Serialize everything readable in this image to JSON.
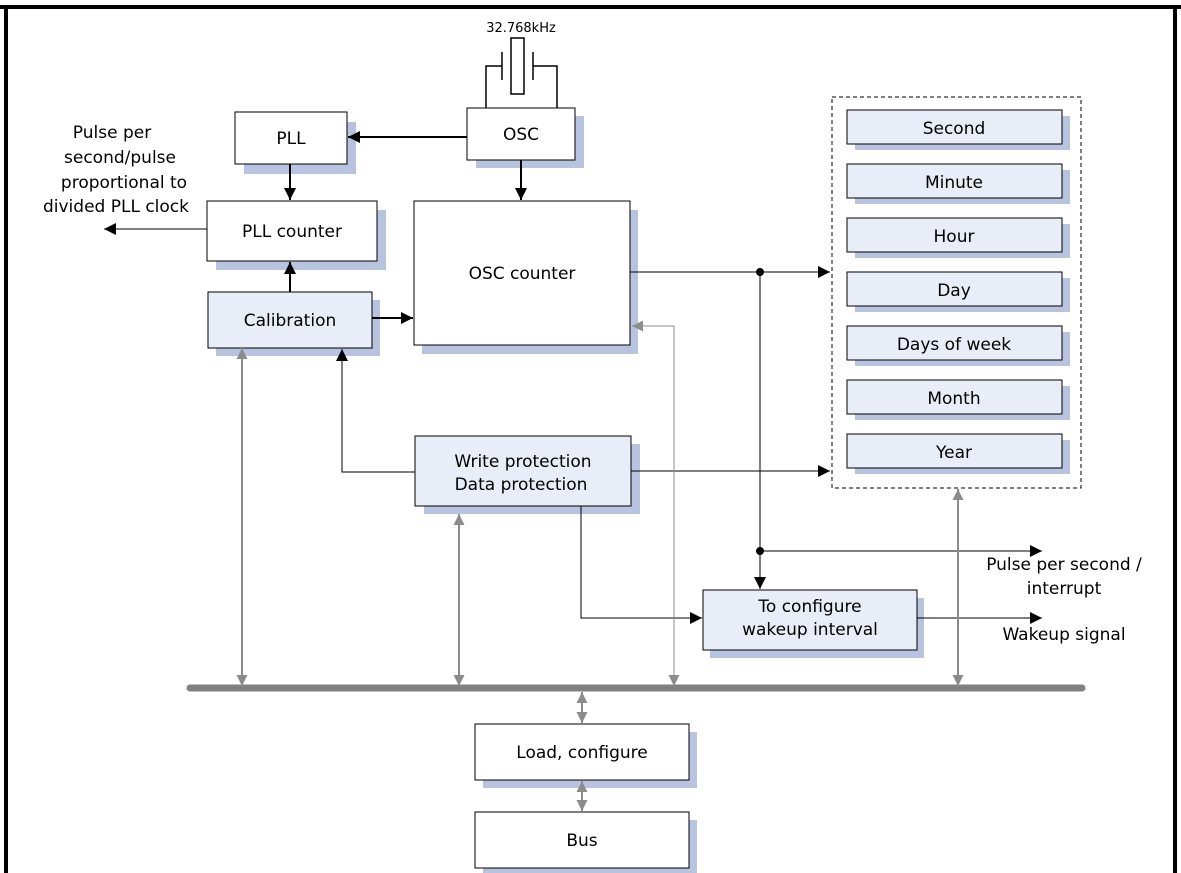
{
  "crystal": {
    "freq_label": "32.768kHz"
  },
  "blocks": {
    "pll": "PLL",
    "osc": "OSC",
    "pll_counter": "PLL counter",
    "osc_counter": "OSC counter",
    "calibration": "Calibration",
    "write_protection": [
      "Write protection",
      "Data protection"
    ],
    "wakeup_config": [
      "To configure",
      "wakeup interval"
    ],
    "load_configure": "Load, configure",
    "bus": "Bus"
  },
  "registers": [
    "Second",
    "Minute",
    "Hour",
    "Day",
    "Days of week",
    "Month",
    "Year"
  ],
  "outputs": {
    "pulse_pll": [
      "Pulse per",
      "second/pulse",
      "proportional to",
      "divided PLL clock"
    ],
    "pulse_interrupt": [
      "Pulse per second /",
      "interrupt"
    ],
    "wakeup_signal": "Wakeup signal"
  },
  "colors": {
    "block_fill_plain": "#ffffff",
    "block_fill_blue": "#e8edf7",
    "shadow": "#b7c3df",
    "line_dark": "#000000",
    "line_gray": "#8c8c8c",
    "bus_bar": "#808080"
  }
}
